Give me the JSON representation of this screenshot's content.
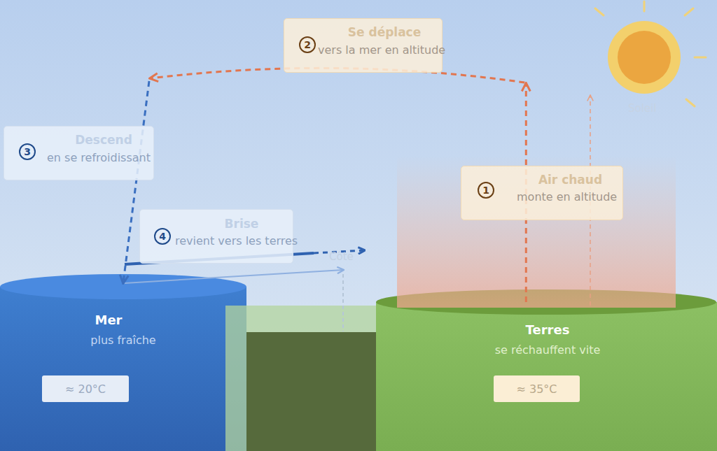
{
  "diagram": {
    "nodes": [
      {
        "text": [
          "Air chaud",
          "monte en altitude"
        ]
      },
      {
        "text": [
          "1"
        ],
        "in": 0
      },
      {
        "text": [
          "Se déplace",
          "vers la mer en altitude"
        ]
      },
      {
        "text": [
          "2"
        ],
        "in": 2
      },
      {
        "text": [
          "Descend",
          "en se refroidissant"
        ]
      },
      {
        "text": [
          "3"
        ],
        "in": 4
      },
      {
        "text": [
          "Brise",
          "revient vers les terres"
        ]
      },
      {
        "text": [
          "4"
        ],
        "in": 6
      },
      {
        "text": [
          "Mer",
          "plus fraîche"
        ]
      },
      {
        "text": [
          "≈ 20°C"
        ],
        "in": 8
      },
      {
        "text": [
          "Terres",
          "se réchauffent vite"
        ]
      },
      {
        "text": [
          "≈ 35°C"
        ],
        "in": 10
      }
    ],
    "edges": [
      {
        "from": 10,
        "to": 8,
        "arrow": "to"
      }
    ],
    "labels": [
      "Côte",
      "Soleil"
    ]
  }
}
